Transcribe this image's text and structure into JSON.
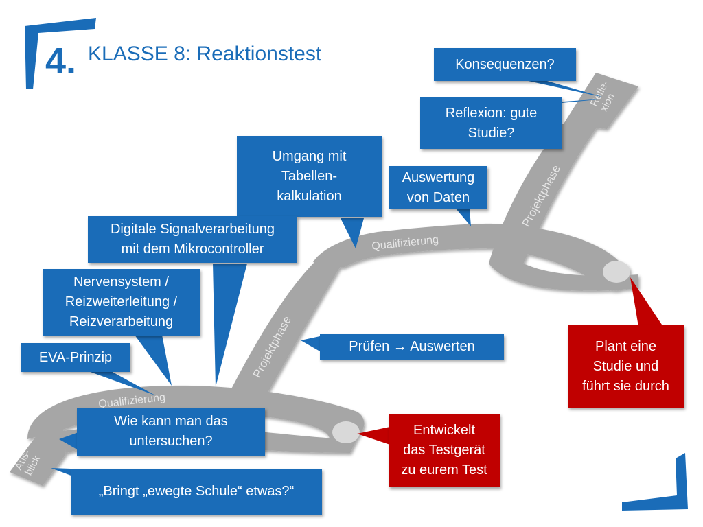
{
  "header": {
    "number": "4.",
    "title": "KLASSE 8: Reaktionstest"
  },
  "path_labels": {
    "aus_blick": "Aus-\nblick",
    "qualifizierung_1": "Qualifizierung",
    "projektphase_1": "Projektphase",
    "qualifizierung_2": "Qualifizierung",
    "projektphase_2": "Projektphase",
    "reflexion": "Refle-\nxion"
  },
  "callouts": {
    "konsequenzen": "Konsequenzen?",
    "reflexion_studie": "Reflexion: gute\nStudie?",
    "tabellen": "Umgang mit\nTabellen-\nkalkulation",
    "auswertung": "Auswertung\nvon Daten",
    "signalverarbeitung": "Digitale Signalverarbeitung\nmit dem Mikrocontroller",
    "nervensystem": "Nervensystem /\nReizweiterleitung /\nReizverarbeitung",
    "eva": "EVA-Prinzip",
    "pruefen": "Prüfen → Auswerten",
    "wie_kann": "Wie kann man das\nuntersuchen?",
    "bringt": "„Bringt „ewegte Schule“ etwas?“",
    "entwickelt": "Entwickelt\ndas Testgerät\nzu eurem Test",
    "plant": "Plant eine\nStudie und\nführt sie durch"
  },
  "colors": {
    "blue": "#1a6cb8",
    "red": "#c00000",
    "path": "#a6a6a6",
    "path_label": "#e6e6e6"
  }
}
